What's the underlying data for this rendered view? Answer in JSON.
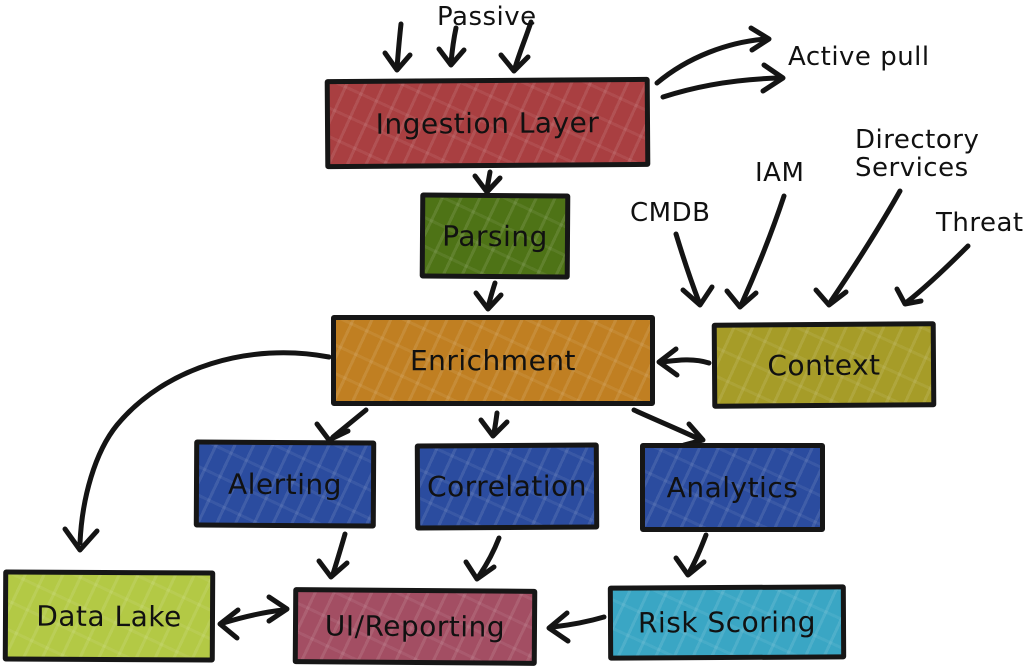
{
  "nodes": {
    "ingestion": {
      "label": "Ingestion Layer",
      "color": "#A93F41"
    },
    "parsing": {
      "label": "Parsing",
      "color": "#4E7316"
    },
    "enrichment": {
      "label": "Enrichment",
      "color": "#C07F22"
    },
    "context": {
      "label": "Context",
      "color": "#A69C28"
    },
    "alerting": {
      "label": "Alerting",
      "color": "#2B4C9F"
    },
    "correlation": {
      "label": "Correlation",
      "color": "#2B4C9F"
    },
    "analytics": {
      "label": "Analytics",
      "color": "#2B4C9F"
    },
    "data_lake": {
      "label": "Data Lake",
      "color": "#B3C945"
    },
    "ui_reporting": {
      "label": "UI/Reporting",
      "color": "#A34E63"
    },
    "risk_scoring": {
      "label": "Risk Scoring",
      "color": "#3AA6C4"
    }
  },
  "annotations": {
    "passive": "Passive",
    "active_pull": "Active pull",
    "cmdb": "CMDB",
    "iam": "IAM",
    "directory_services": "Directory Services",
    "threat": "Threat"
  },
  "edges": [
    {
      "from": "Passive",
      "to": "Ingestion Layer",
      "arrows": 3
    },
    {
      "from": "Ingestion Layer",
      "to": "Active pull",
      "arrows": 2
    },
    {
      "from": "Ingestion Layer",
      "to": "Parsing"
    },
    {
      "from": "Parsing",
      "to": "Enrichment"
    },
    {
      "from": "CMDB",
      "to": "Context"
    },
    {
      "from": "IAM",
      "to": "Context"
    },
    {
      "from": "Directory Services",
      "to": "Context"
    },
    {
      "from": "Threat",
      "to": "Context"
    },
    {
      "from": "Context",
      "to": "Enrichment"
    },
    {
      "from": "Enrichment",
      "to": "Data Lake"
    },
    {
      "from": "Enrichment",
      "to": "Alerting"
    },
    {
      "from": "Enrichment",
      "to": "Correlation"
    },
    {
      "from": "Enrichment",
      "to": "Analytics"
    },
    {
      "from": "Alerting",
      "to": "UI/Reporting"
    },
    {
      "from": "Correlation",
      "to": "UI/Reporting"
    },
    {
      "from": "Analytics",
      "to": "Risk Scoring"
    },
    {
      "from": "Risk Scoring",
      "to": "UI/Reporting"
    },
    {
      "from": "UI/Reporting",
      "to": "Data Lake",
      "bidirectional": true
    }
  ],
  "colors": {
    "ink": "#141414",
    "background": "#FFFFFF"
  }
}
